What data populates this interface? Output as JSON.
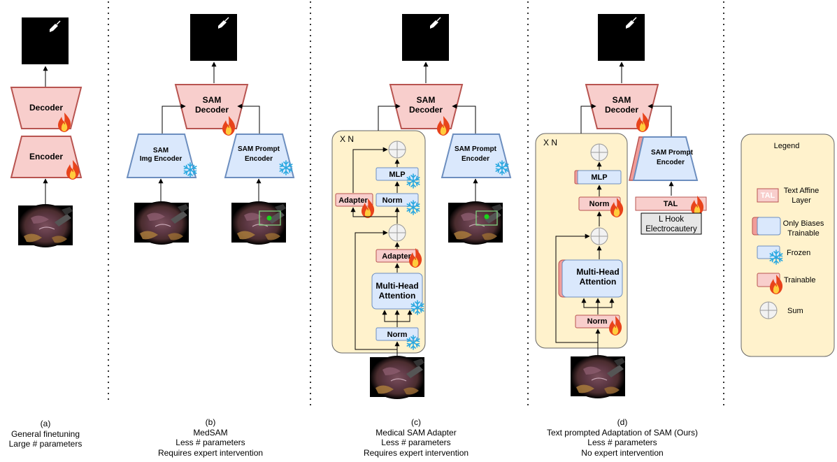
{
  "panels": {
    "a": {
      "decoder_label": "Decoder",
      "encoder_label": "Encoder",
      "caption": {
        "tag": "(a)",
        "line1": "General finetuning",
        "line2": "Large # parameters"
      }
    },
    "b": {
      "decoder_label_1": "SAM",
      "decoder_label_2": "Decoder",
      "img_encoder_label_1": "SAM",
      "img_encoder_label_2": "Img Encoder",
      "prompt_encoder_label_1": "SAM Prompt",
      "prompt_encoder_label_2": "Encoder",
      "caption": {
        "tag": "(b)",
        "line1": "MedSAM",
        "line2": "Less # parameters",
        "line3": "Requires expert intervention"
      }
    },
    "c": {
      "decoder_label_1": "SAM",
      "decoder_label_2": "Decoder",
      "repeat_label": "X N",
      "mlp_label": "MLP",
      "norm_top_label": "Norm",
      "adapter_top_label": "Adapter",
      "adapter_mid_label": "Adapter",
      "mha_label_1": "Multi-Head",
      "mha_label_2": "Attention",
      "norm_bottom_label": "Norm",
      "prompt_encoder_label_1": "SAM Prompt",
      "prompt_encoder_label_2": "Encoder",
      "caption": {
        "tag": "(c)",
        "line1": "Medical SAM Adapter",
        "line2": "Less # parameters",
        "line3": "Requires expert intervention"
      }
    },
    "d": {
      "decoder_label_1": "SAM",
      "decoder_label_2": "Decoder",
      "repeat_label": "X N",
      "mlp_label": "MLP",
      "norm_top_label": "Norm",
      "mha_label_1": "Multi-Head",
      "mha_label_2": "Attention",
      "norm_bottom_label": "Norm",
      "prompt_encoder_label_1": "SAM Prompt",
      "prompt_encoder_label_2": "Encoder",
      "tal_label": "TAL",
      "text_prompt_line1": "L Hook",
      "text_prompt_line2": "Electrocautery",
      "caption": {
        "tag": "(d)",
        "line1": "Text prompted Adaptation of SAM (Ours)",
        "line2": "Less # parameters",
        "line3": "No expert intervention"
      }
    }
  },
  "legend": {
    "title": "Legend",
    "tal_swatch_label": "TAL",
    "tal_line1": "Text Affine",
    "tal_line2": "Layer",
    "bias_line1": "Only Biases",
    "bias_line2": "Trainable",
    "frozen": "Frozen",
    "trainable": "Trainable",
    "sum": "Sum"
  },
  "colors": {
    "trainable_fill": "#f8cecc",
    "trainable_stroke": "#b85450",
    "frozen_fill": "#dae8fc",
    "frozen_stroke": "#6c8ebf",
    "container_fill": "#fff2cc",
    "snowflake": "#29a8e0",
    "flame_outer": "#e8431b",
    "flame_inner": "#ffcc3d"
  }
}
